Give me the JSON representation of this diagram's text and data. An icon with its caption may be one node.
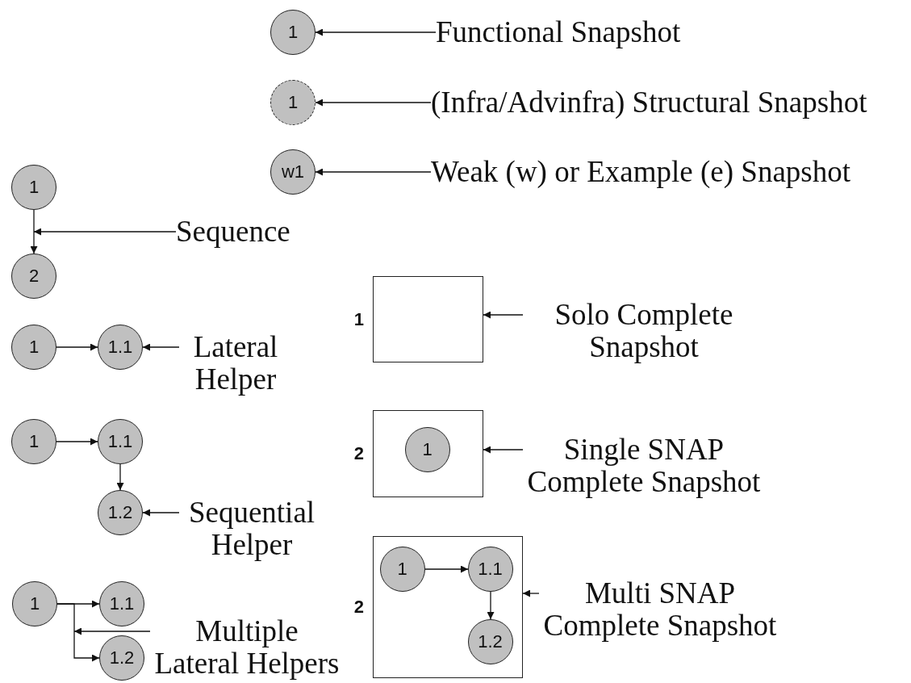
{
  "diagram": {
    "nodes": [
      {
        "text": [
          "1"
        ]
      },
      {
        "text": [
          "Functional Snapshot"
        ]
      },
      {
        "text": [
          "1"
        ]
      },
      {
        "text": [
          "(Infra/Advinfra) Structural Snapshot"
        ]
      },
      {
        "text": [
          "w1"
        ]
      },
      {
        "text": [
          "Weak (w) or Example (e) Snapshot"
        ]
      },
      {
        "text": [
          "1"
        ]
      },
      {
        "text": [
          "2"
        ]
      },
      {
        "text": [
          "Sequence"
        ]
      },
      {
        "text": [
          "1"
        ]
      },
      {
        "text": [
          "1.1"
        ]
      },
      {
        "text": [
          "Lateral Helper"
        ]
      },
      {
        "text": [],
        "shape": "box",
        "beside": [
          "1"
        ]
      },
      {
        "text": [
          "Solo Complete Snapshot"
        ]
      },
      {
        "text": [
          "1"
        ]
      },
      {
        "text": [
          "1.1"
        ]
      },
      {
        "text": [
          "1.2"
        ]
      },
      {
        "text": [
          "Sequential Helper"
        ]
      },
      {
        "text": [],
        "shape": "box",
        "beside": [
          "2"
        ]
      },
      {
        "text": [
          "1"
        ],
        "in": 18
      },
      {
        "text": [
          "Single SNAP Complete Snapshot"
        ]
      },
      {
        "text": [
          "1"
        ]
      },
      {
        "text": [
          "1.1"
        ]
      },
      {
        "text": [
          "1.2"
        ]
      },
      {
        "text": [
          "Multiple Lateral Helpers"
        ]
      },
      {
        "text": [],
        "shape": "box",
        "beside": [
          "2"
        ]
      },
      {
        "text": [
          "1"
        ],
        "in": 25
      },
      {
        "text": [
          "1.1"
        ],
        "in": 25
      },
      {
        "text": [
          "1.2"
        ],
        "in": 25
      },
      {
        "text": [
          "Multi SNAP Complete Snapshot"
        ]
      }
    ],
    "edges": [
      {
        "from": 1,
        "to": 0,
        "arrow": "to"
      },
      {
        "from": 3,
        "to": 2,
        "arrow": "to"
      },
      {
        "from": 5,
        "to": 4,
        "arrow": "to"
      },
      {
        "from": 6,
        "to": 7,
        "arrow": "to"
      },
      {
        "from": 8,
        "to": 6,
        "arrow": "to"
      },
      {
        "from": 9,
        "to": 10,
        "arrow": "to"
      },
      {
        "from": 11,
        "to": 10,
        "arrow": "to"
      },
      {
        "from": 13,
        "to": 12,
        "arrow": "to"
      },
      {
        "from": 14,
        "to": 15,
        "arrow": "to"
      },
      {
        "from": 15,
        "to": 16,
        "arrow": "to"
      },
      {
        "from": 17,
        "to": 16,
        "arrow": "to"
      },
      {
        "from": 20,
        "to": 18,
        "arrow": "to"
      },
      {
        "from": 21,
        "to": 22,
        "arrow": "to"
      },
      {
        "from": 21,
        "to": 23,
        "arrow": "to"
      },
      {
        "from": 24,
        "to": 21,
        "arrow": "to"
      },
      {
        "from": 26,
        "to": 27,
        "arrow": "to"
      },
      {
        "from": 27,
        "to": 28,
        "arrow": "to"
      },
      {
        "from": 29,
        "to": 25,
        "arrow": "to"
      }
    ]
  }
}
